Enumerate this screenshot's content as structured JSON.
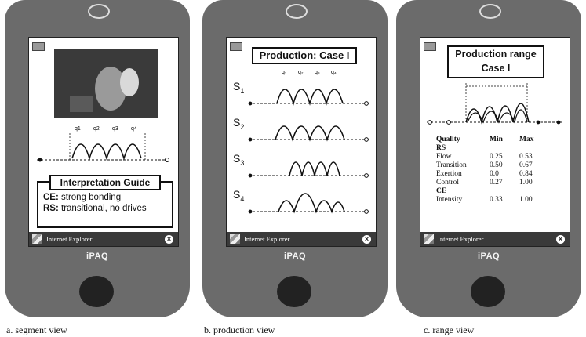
{
  "panels": [
    {
      "caption": "a. segment view",
      "taskbar_label": "Internet Explorer",
      "brand": "iPAQ",
      "segment_labels": [
        "q1",
        "q2",
        "q3",
        "q4"
      ],
      "guide": {
        "title": "Interpretation Guide",
        "line1_key": "CE:",
        "line1_text": " strong bonding",
        "line2_key": "RS:",
        "line2_text": " transitional, no drives"
      }
    },
    {
      "caption": "b. production view",
      "taskbar_label": "Internet Explorer",
      "brand": "iPAQ",
      "title": "Production:  Case I",
      "q_labels": [
        "q₁",
        "q₂",
        "q₃",
        "q₄"
      ],
      "rows": [
        {
          "label": "S",
          "sub": "1"
        },
        {
          "label": "S",
          "sub": "2"
        },
        {
          "label": "S",
          "sub": "3"
        },
        {
          "label": "S",
          "sub": "4"
        }
      ]
    },
    {
      "caption": "c. range view",
      "taskbar_label": "Internet Explorer",
      "brand": "iPAQ",
      "title_line1": "Production range",
      "title_line2": "Case I",
      "table": {
        "headers": [
          "Quality",
          "Min",
          "Max"
        ],
        "groups": [
          {
            "name": "RS",
            "rows": [
              [
                "Flow",
                "0.25",
                "0.53"
              ],
              [
                "Transition",
                "0.50",
                "0.67"
              ],
              [
                "Exertion",
                "0.0",
                "0.84"
              ],
              [
                "Control",
                "0.27",
                "1.00"
              ]
            ]
          },
          {
            "name": "CE",
            "rows": [
              [
                "Intensity",
                "0.33",
                "1.00"
              ]
            ]
          }
        ]
      }
    }
  ]
}
